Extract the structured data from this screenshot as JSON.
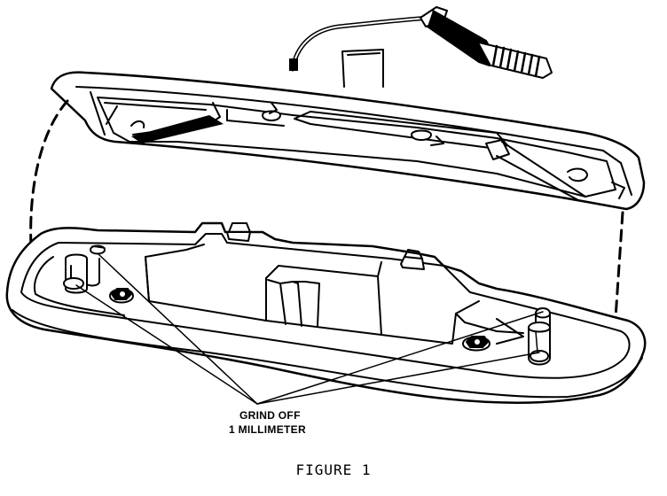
{
  "callout": {
    "line1": "GRIND OFF",
    "line2": "1 MILLIMETER"
  },
  "caption": "FIGURE 1",
  "colors": {
    "ink": "#000000",
    "paper": "#ffffff"
  }
}
